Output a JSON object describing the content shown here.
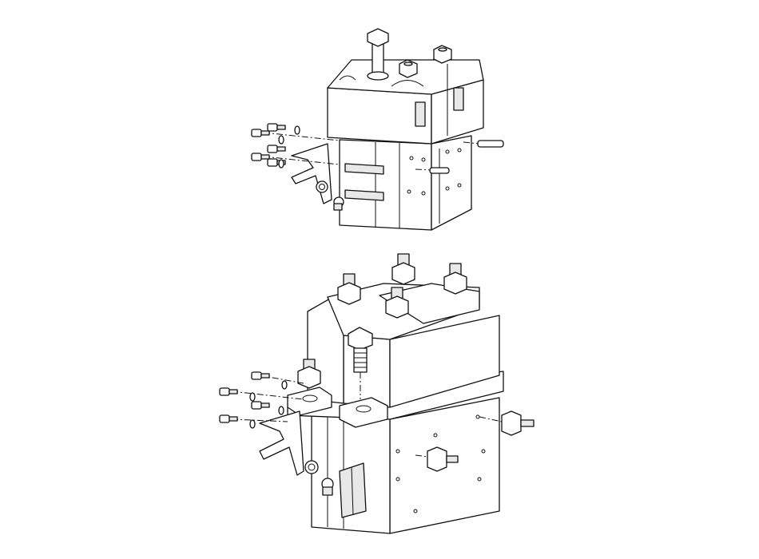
{
  "diagram": {
    "type": "exploded-assembly-line-drawing",
    "parts": [
      "upper-contactor-assembly",
      "lower-contactor-assembly"
    ],
    "labels": []
  }
}
